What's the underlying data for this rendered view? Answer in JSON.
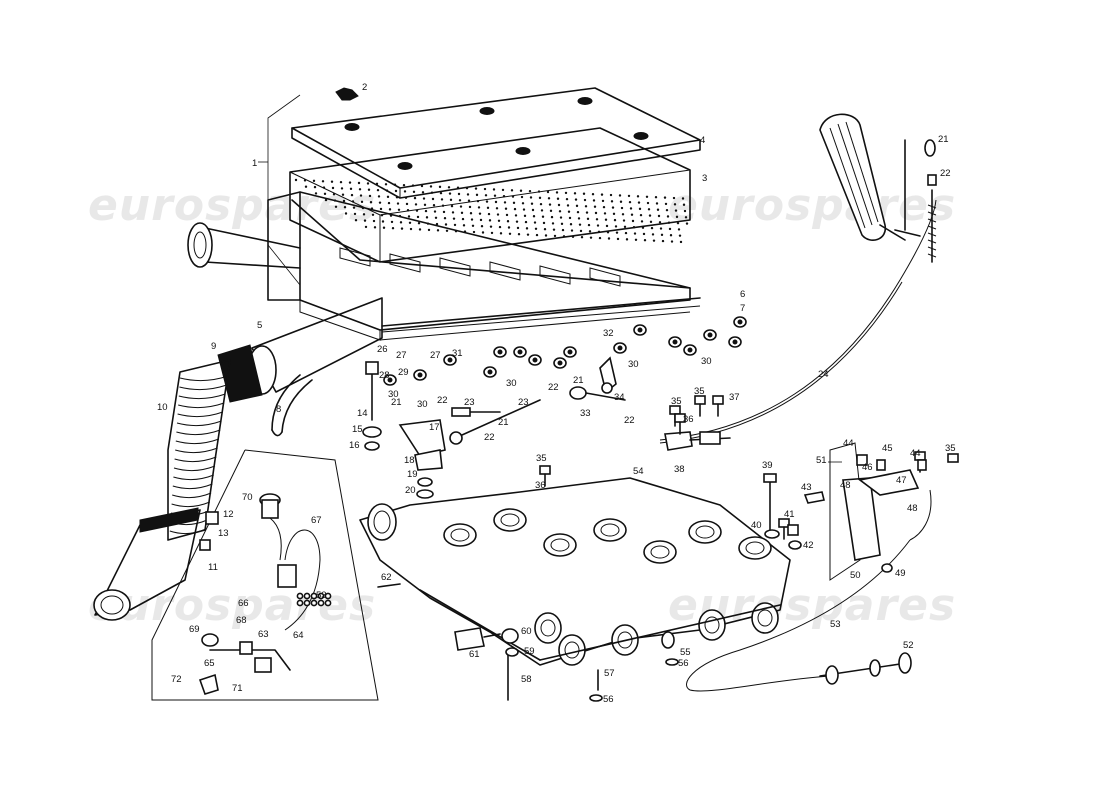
{
  "watermark": "eurospares",
  "part_numbers": [
    "1",
    "2",
    "3",
    "4",
    "5",
    "6",
    "7",
    "8",
    "9",
    "10",
    "11",
    "12",
    "13",
    "14",
    "15",
    "16",
    "17",
    "18",
    "19",
    "20",
    "21",
    "22",
    "23",
    "24",
    "26",
    "27",
    "28",
    "29",
    "30",
    "31",
    "32",
    "33",
    "34",
    "35",
    "36",
    "37",
    "38",
    "39",
    "40",
    "41",
    "42",
    "43",
    "44",
    "45",
    "46",
    "47",
    "48",
    "49",
    "50",
    "51",
    "52",
    "53",
    "54",
    "55",
    "56",
    "57",
    "58",
    "59",
    "60",
    "61",
    "62",
    "63",
    "64",
    "65",
    "66",
    "67",
    "68",
    "69",
    "70",
    "71",
    "72"
  ]
}
